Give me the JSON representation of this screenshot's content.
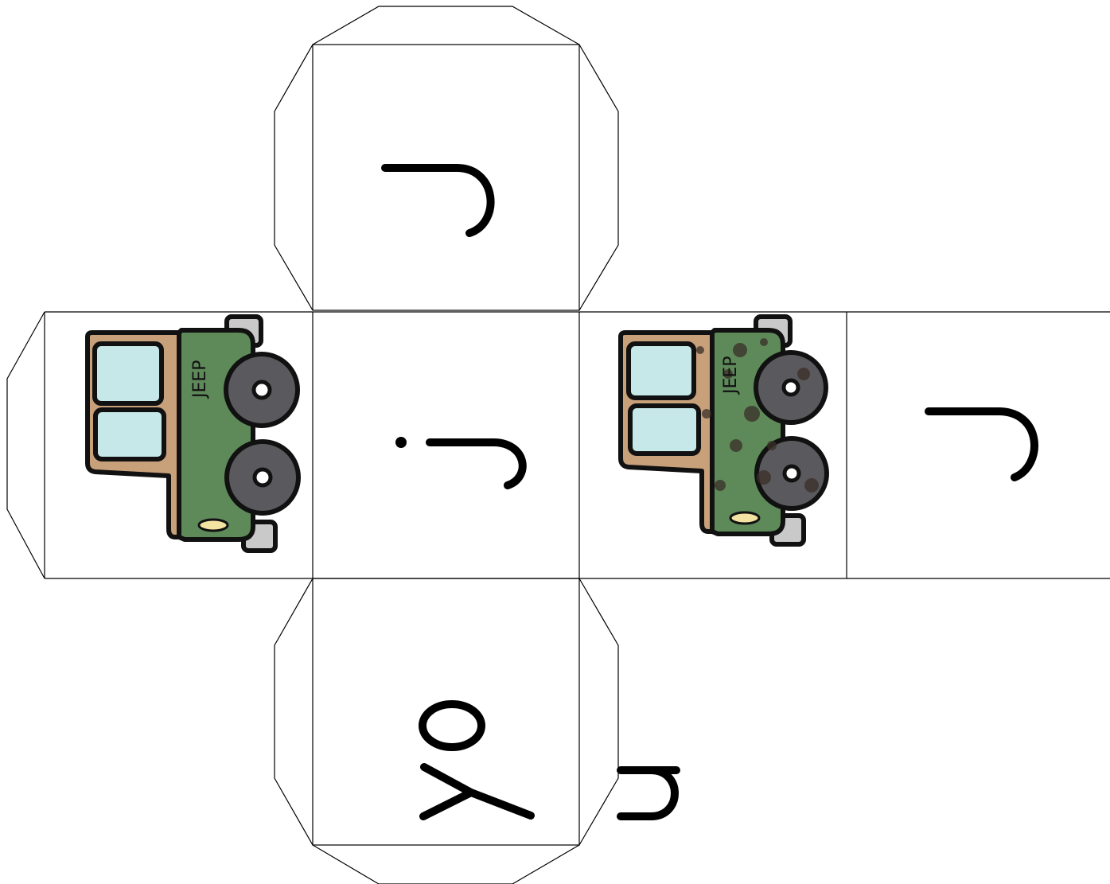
{
  "title": "",
  "net": {
    "faces": [
      {
        "name": "top",
        "content": "curve-glyph"
      },
      {
        "name": "left",
        "content": "jeep-clean",
        "label": "JEEP"
      },
      {
        "name": "center",
        "content": "dot-and-hook-glyph"
      },
      {
        "name": "right",
        "content": "jeep-muddy",
        "label": "JEEP"
      },
      {
        "name": "far-right",
        "content": "curve-glyph"
      },
      {
        "name": "bottom",
        "content": "circle-and-wedge-glyph"
      }
    ],
    "colors": {
      "line": "#000000",
      "jeep_body": "#5e8a5a",
      "jeep_panel": "#c8a07a",
      "jeep_window": "#c7e8e8",
      "jeep_wheel": "#5a5a5e",
      "jeep_bumper": "#c9c9c9"
    },
    "icons": [
      "jeep-icon",
      "muddy-jeep-icon"
    ]
  }
}
